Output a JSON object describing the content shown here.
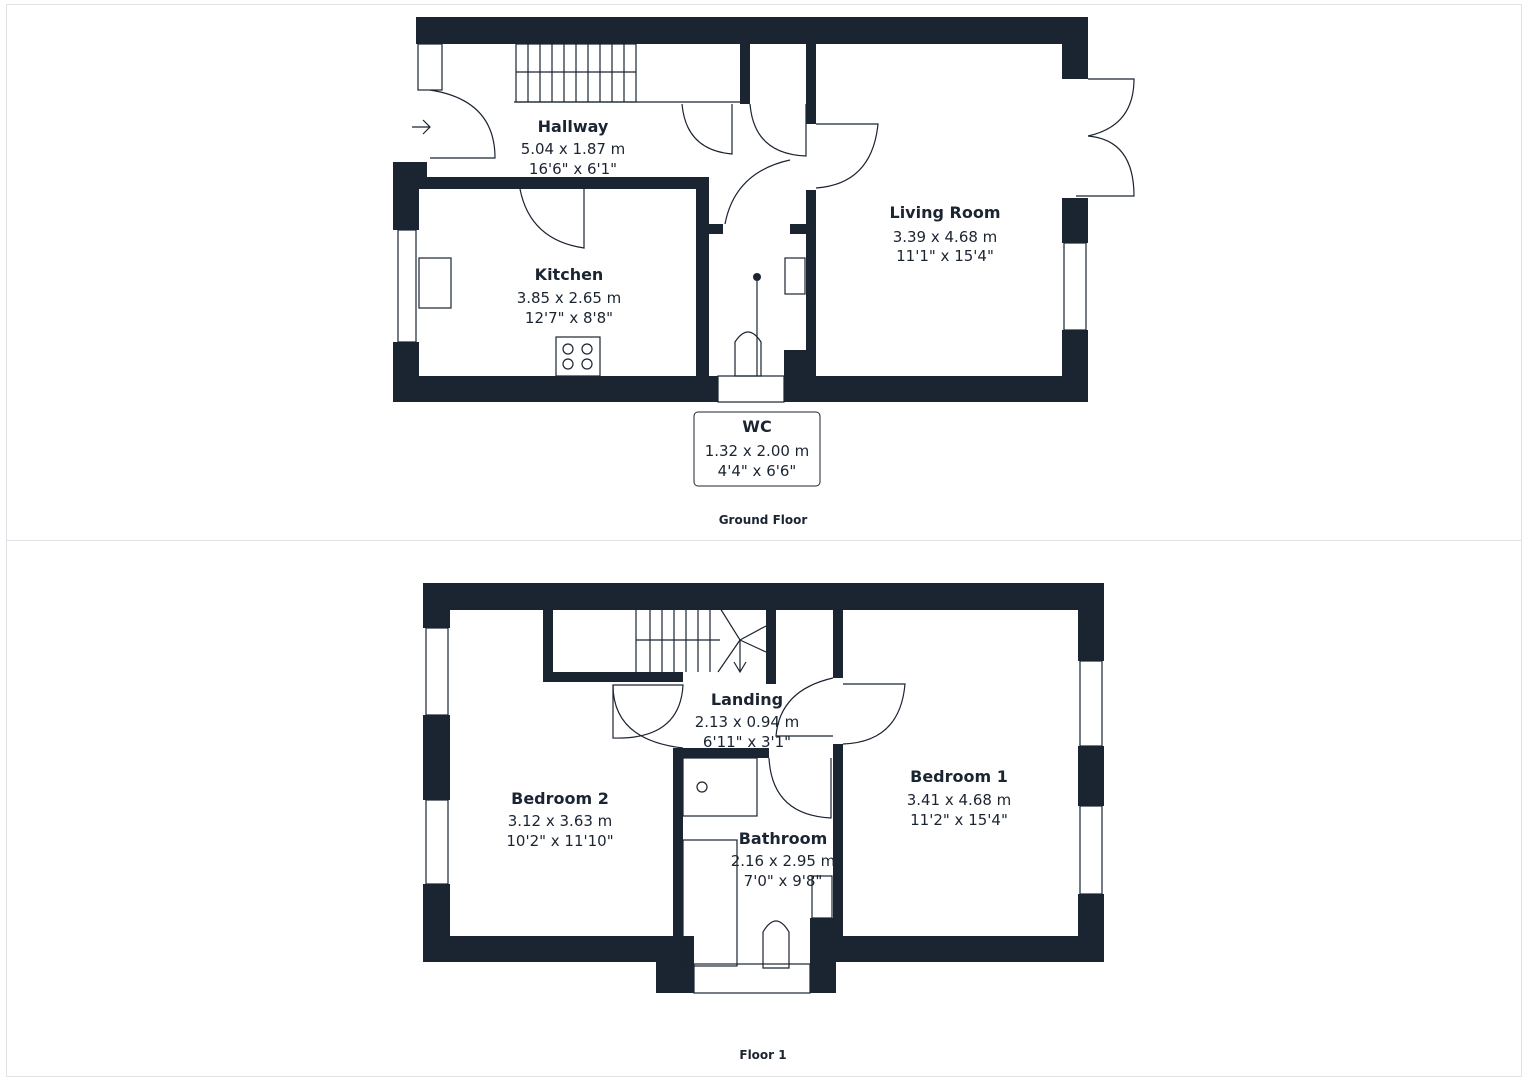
{
  "floors": [
    {
      "label": "Ground Floor",
      "rooms": [
        {
          "name": "Hallway",
          "metric": "5.04 x 1.87 m",
          "imperial": "16'6\" x 6'1\""
        },
        {
          "name": "Kitchen",
          "metric": "3.85 x 2.65 m",
          "imperial": "12'7\" x 8'8\""
        },
        {
          "name": "WC",
          "metric": "1.32 x 2.00 m",
          "imperial": "4'4\" x 6'6\""
        },
        {
          "name": "Living Room",
          "metric": "3.39 x 4.68 m",
          "imperial": "11'1\" x 15'4\""
        }
      ]
    },
    {
      "label": "Floor 1",
      "rooms": [
        {
          "name": "Landing",
          "metric": "2.13 x 0.94 m",
          "imperial": "6'11\" x 3'1\""
        },
        {
          "name": "Bedroom 2",
          "metric": "3.12 x 3.63 m",
          "imperial": "10'2\" x 11'10\""
        },
        {
          "name": "Bathroom",
          "metric": "2.16 x 2.95 m",
          "imperial": "7'0\" x 9'8\""
        },
        {
          "name": "Bedroom 1",
          "metric": "3.41 x 4.68 m",
          "imperial": "11'2\" x 15'4\""
        }
      ]
    }
  ],
  "colors": {
    "wall": "#1b2431",
    "background": "#ffffff",
    "panel_border": "#dfe2e6"
  }
}
